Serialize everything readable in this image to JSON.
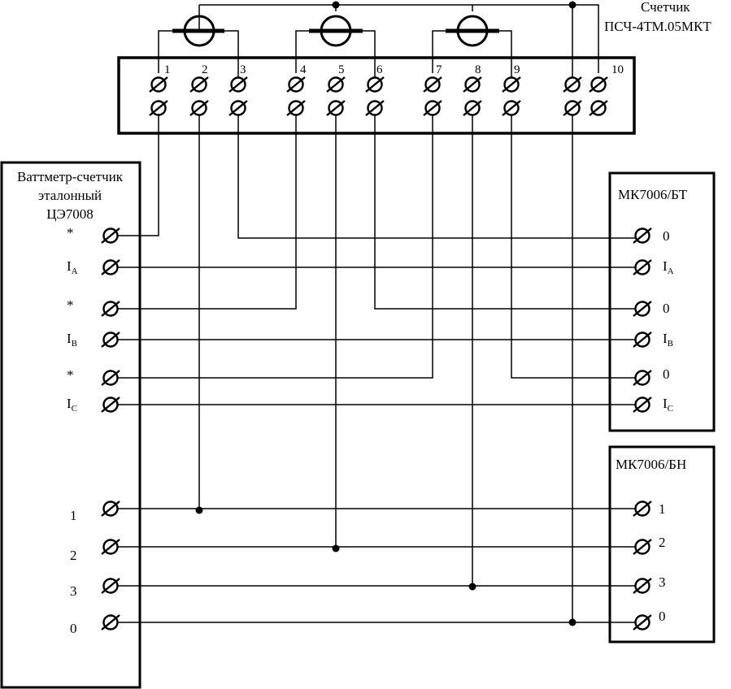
{
  "meter": {
    "title_line1": "Счетчик",
    "title_line2": "ПСЧ-4ТМ.05МКТ",
    "terminal_numbers": [
      "1",
      "2",
      "3",
      "4",
      "5",
      "6",
      "7",
      "8",
      "9",
      "10"
    ]
  },
  "wattmeter": {
    "title_line1": "Ваттметр-счетчик",
    "title_line2": "эталонный",
    "title_line3": "ЦЭ7008",
    "current_terminals": [
      {
        "main": "*",
        "sub": ""
      },
      {
        "main": "I",
        "sub": "A"
      },
      {
        "main": "*",
        "sub": ""
      },
      {
        "main": "I",
        "sub": "B"
      },
      {
        "main": "*",
        "sub": ""
      },
      {
        "main": "I",
        "sub": "C"
      }
    ],
    "voltage_terminals": [
      "1",
      "2",
      "3",
      "0"
    ]
  },
  "current_block": {
    "title": "МК7006/БТ",
    "terminals": [
      {
        "main": "0",
        "sub": ""
      },
      {
        "main": "I",
        "sub": "A"
      },
      {
        "main": "0",
        "sub": ""
      },
      {
        "main": "I",
        "sub": "B"
      },
      {
        "main": "0",
        "sub": ""
      },
      {
        "main": "I",
        "sub": "C"
      }
    ]
  },
  "voltage_block": {
    "title": "МК7006/БН",
    "terminals": [
      "1",
      "2",
      "3",
      "0"
    ]
  },
  "colors": {
    "stroke": "#000000",
    "background": "#ffffff"
  }
}
